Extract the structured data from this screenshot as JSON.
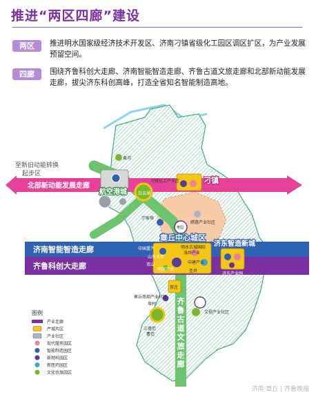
{
  "header": {
    "title": "推进“两区四廊”建设"
  },
  "intro": [
    {
      "tag": "两区",
      "text": "推进明水国家级经济技术开发区、济南刁镇省级化工园区调区扩区，为产业发展预留空间。"
    },
    {
      "tag": "四廊",
      "text": "围绕齐鲁科创大走廊、济南智能智造走廊、齐鲁古道文旅走廊和北部新动能发展走廊，拔尖济东科创高峰，打造全省知名智能制造高地。"
    }
  ],
  "map": {
    "corridors": {
      "north": "北部新动能发展走廊",
      "zhineng": "济南智能智造走廊",
      "kechuang": "齐鲁科创大走廊",
      "gudao": "齐鲁古道文旅走廊"
    },
    "places": {
      "qiyuan": "至新旧动能转换起步区",
      "kongjiagang": "航空港城",
      "diaozhen": "刁镇",
      "zhangqiu": "章丘中心城区",
      "jidong": "济东智造新城"
    },
    "small_labels": {
      "huanggong": "黄河",
      "diaozhen_park": "刁镇化工产业区",
      "baiyun": "白云湖",
      "ningjiabu": "宁家埠",
      "jiagang": "枣园",
      "chanye1": "绣惠产业社区",
      "kechuang1": "中国重汽",
      "kechuang2": "明水古城国际",
      "kechuang3": "浅井产业",
      "kechuang4": "山东大学",
      "kechuang5": "中建产业",
      "kechuang6": "明泉产业",
      "kechuang7": "双山",
      "kechuang8": "圣井",
      "jidong_park": "济东产业园",
      "zhangqiu_south": "章丘南部产业社区",
      "guandi": "官庄",
      "shijian": "埠村",
      "wenlu1": "三德范",
      "wenlu2": "文祖产业社区",
      "wenlu3": "曹范"
    },
    "legend": {
      "title": "图例",
      "items": [
        "产业走廊",
        "产城片区",
        "产业社区",
        "现代服务园区",
        "智能制造园区",
        "新材料园区",
        "新医药园区",
        "文化农旅园区"
      ],
      "colors": [
        "#7b2fa0",
        "#f5c518",
        "#aab4c8",
        "#e97fa8",
        "#2f5fb3",
        "#5b3a9c",
        "#3aa9c9",
        "#79b829"
      ]
    },
    "watermark": "济南·章丘 | 齐鲁晚报"
  },
  "colors": {
    "title": "#7b2fa0",
    "tag": "#b58cd6",
    "north_band": "#e9409a",
    "zhineng_band": "#2f63b3",
    "kechuang_band": "#7b2fa0",
    "gudao_band": "#6cc46f",
    "city_fill": "#f7caa8",
    "county_hatch": "#7fcfa6",
    "river": "#8ad4ec"
  }
}
